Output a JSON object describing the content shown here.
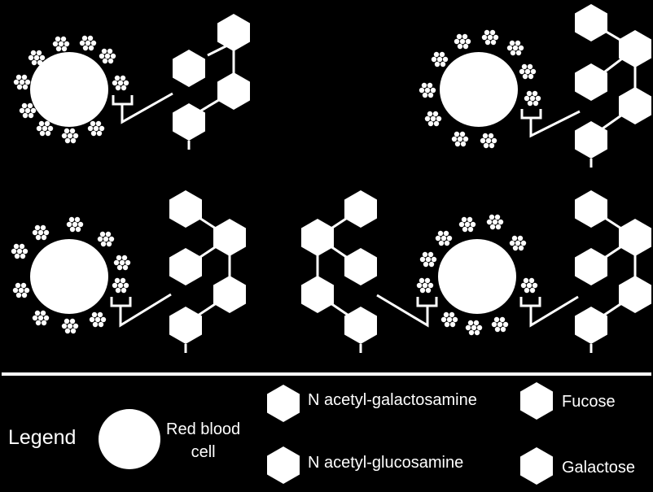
{
  "legend": {
    "title": "Legend",
    "red_blood_cell_line1": "Red blood",
    "red_blood_cell_line2": "cell",
    "n_acetyl_galactosamine": "N acetyl-galactosamine",
    "n_acetyl_glucosamine": "N acetyl-glucosamine",
    "fucose": "Fucose",
    "galactose": "Galactose"
  },
  "colors": {
    "background": "#000000",
    "foreground": "#ffffff"
  }
}
